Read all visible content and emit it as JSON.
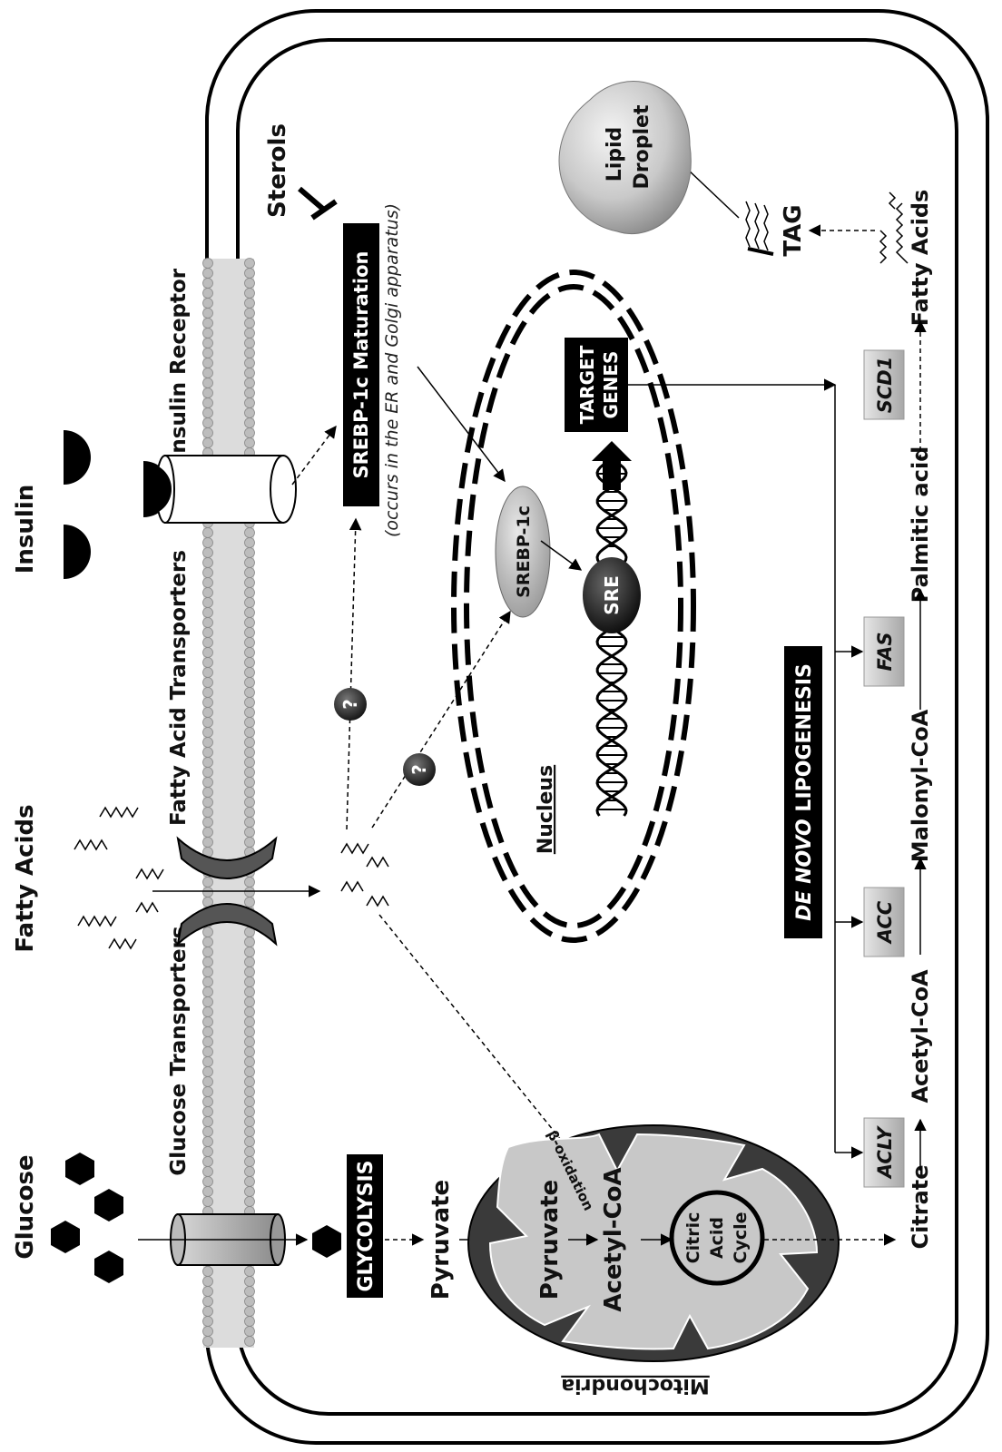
{
  "outside": {
    "glucose": "Glucose",
    "fatty_acids": "Fatty Acids",
    "insulin": "Insulin"
  },
  "membrane": {
    "glucose_transporters": "Glucose Transporters",
    "fatty_acid_transporters": "Fatty Acid Transporters",
    "insulin_receptor": "Insulin Receptor"
  },
  "cytoplasm": {
    "sterols": "Sterols",
    "srebp_maturation": "SREBP-1c Maturation",
    "srebp_location": "(occurs in the ER and Golgi apparatus)",
    "question_mark": "?",
    "glycolysis": "GLYCOLYSIS",
    "pyruvate": "Pyruvate",
    "lipid_droplet_line1": "Lipid",
    "lipid_droplet_line2": "Droplet",
    "tag": "TAG",
    "fatty_acids": "Fatty Acids"
  },
  "nucleus": {
    "label": "Nucleus",
    "srebp": "SREBP-1c",
    "sre": "SRE",
    "target_genes_line1": "TARGET",
    "target_genes_line2": "GENES"
  },
  "mitochondria": {
    "label": "Mitochondria",
    "pyruvate": "Pyruvate",
    "acetyl_coa": "Acetyl-CoA",
    "beta_oxidation": "β-oxidation",
    "tca_line1": "Citric",
    "tca_line2": "Acid",
    "tca_line3": "Cycle"
  },
  "de_novo": {
    "title_italic": "DE NOVO",
    "title_rest": " LIPOGENESIS",
    "enzymes": [
      "ACLY",
      "ACC",
      "FAS",
      "SCD1"
    ],
    "metabolites": [
      "Citrate",
      "Acetyl-CoA",
      "Malonyl-CoA",
      "Palmitic acid",
      "Fatty Acids"
    ]
  }
}
